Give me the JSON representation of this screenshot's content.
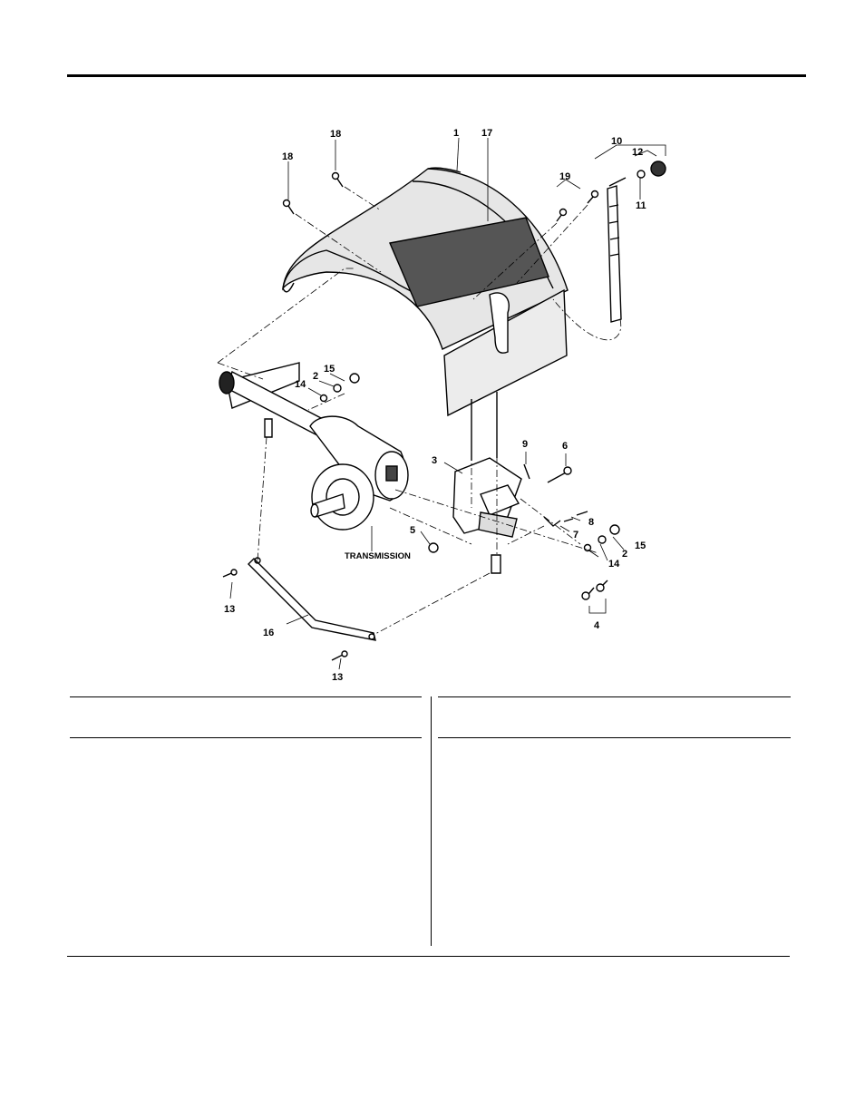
{
  "diagram": {
    "callouts": {
      "c1": "1",
      "c17": "17",
      "c18a": "18",
      "c18b": "18",
      "c10": "10",
      "c12": "12",
      "c11": "11",
      "c19": "19",
      "c15a": "15",
      "c2a": "2",
      "c14a": "14",
      "c3": "3",
      "c9": "9",
      "c6": "6",
      "c8": "8",
      "c7": "7",
      "c5": "5",
      "c2b": "2",
      "c15b": "15",
      "c14b": "14",
      "c4": "4",
      "c13a": "13",
      "c13b": "13",
      "c16": "16"
    },
    "transmission_label": "TRANSMISSION"
  }
}
